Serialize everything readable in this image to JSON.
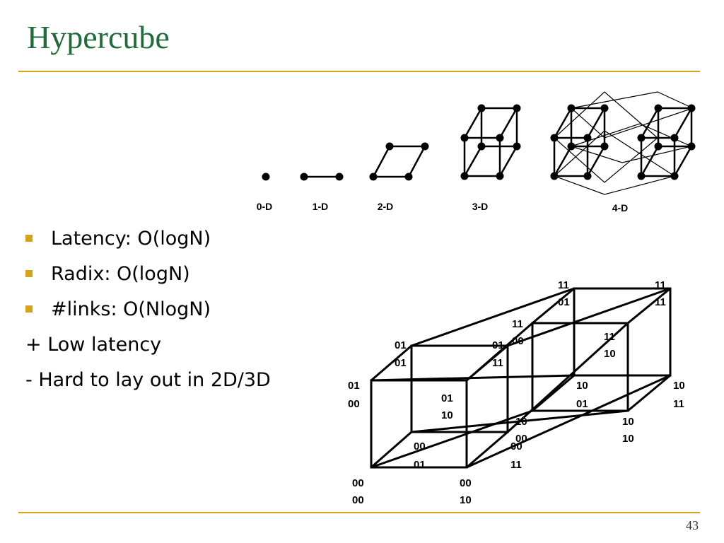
{
  "slide": {
    "title": "Hypercube",
    "page_number": "43",
    "bullets": [
      {
        "text": "Latency: O(logN)",
        "marker": true
      },
      {
        "text": "Radix: O(logN)",
        "marker": true
      },
      {
        "text": "#links: O(NlogN)",
        "marker": true
      },
      {
        "text": "+ Low latency",
        "marker": false
      },
      {
        "text": "- Hard to lay out in 2D/3D",
        "marker": false
      }
    ],
    "colors": {
      "title": "#1f6b3a",
      "accent": "#d6a21a"
    }
  },
  "dimension_labels": [
    "0-D",
    "1-D",
    "2-D",
    "3-D",
    "4-D"
  ],
  "node_labels": {
    "n0000": [
      "00",
      "00"
    ],
    "n0010": [
      "00",
      "10"
    ],
    "n0001": [
      "00",
      "01"
    ],
    "n0011": [
      "00",
      "11"
    ],
    "n0100": [
      "01",
      "00"
    ],
    "n0110": [
      "01",
      "10"
    ],
    "n0101": [
      "01",
      "01"
    ],
    "n0111": [
      "01",
      "11"
    ],
    "n1000": [
      "10",
      "00"
    ],
    "n1010": [
      "10",
      "10"
    ],
    "n1001": [
      "10",
      "01"
    ],
    "n1011": [
      "10",
      "11"
    ],
    "n1100": [
      "11",
      "00"
    ],
    "n1110": [
      "11",
      "10"
    ],
    "n1101": [
      "11",
      "01"
    ],
    "n1111": [
      "11",
      "11"
    ]
  }
}
